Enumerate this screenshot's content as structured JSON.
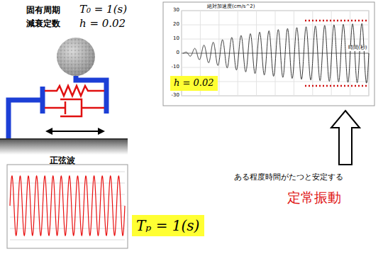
{
  "diagram": {
    "nodes": [
      {
        "text": [
          "h = 0.02"
        ]
      },
      {
        "text": [
          "Tₚ = 1(s)"
        ]
      }
    ],
    "labels": [
      "固有周期",
      "T₀ = 1(s)",
      "減衰定数",
      "h = 0.02",
      "正弦波",
      "絶対加速度(cm/s^2)",
      "30",
      "20",
      "10",
      "0",
      "-10",
      "-20",
      "-30",
      "時間(秒)",
      "ある程度時間がたつと安定する",
      "定常振動"
    ]
  }
}
